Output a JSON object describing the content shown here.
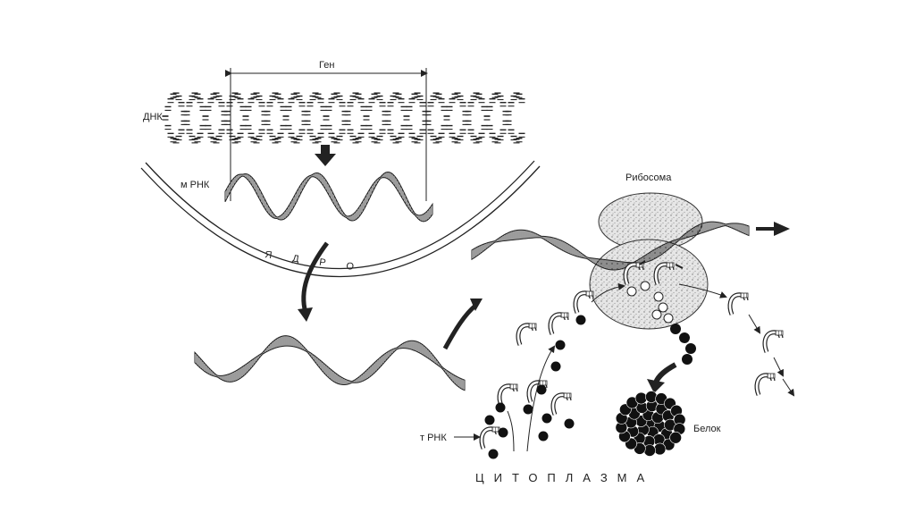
{
  "labels": {
    "gene": "Ген",
    "dna": "ДНК",
    "mrna": "м РНК",
    "nucleus": "Я Д Р О",
    "ribosome": "Рибосома",
    "protein": "Белок",
    "trna": "т РНК",
    "cytoplasm": "ЦИТОПЛАЗМА"
  },
  "colors": {
    "ink": "#222222",
    "stipple": "#bdbdbd",
    "background": "#ffffff"
  }
}
